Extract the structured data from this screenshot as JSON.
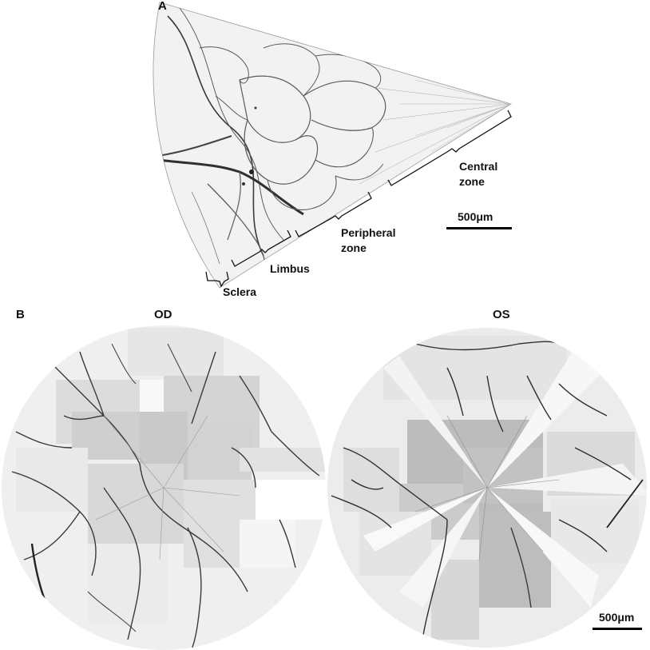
{
  "panel_a": {
    "letter": "A",
    "labels": {
      "central_line1": "Central",
      "central_line2": "zone",
      "peripheral_line1": "Peripheral",
      "peripheral_line2": "zone",
      "limbus": "Limbus",
      "sclera": "Sclera"
    },
    "scale_bar": "500μm"
  },
  "panel_b": {
    "letter": "B",
    "left_eye_label": "OD",
    "right_eye_label": "OS",
    "scale_bar": "500μm"
  },
  "colors": {
    "background": "#ffffff",
    "tissue_light": "#f1f1f1",
    "tissue_mid": "#d8d8d8",
    "tissue_dark": "#bdbdbd",
    "vessel": "#333333"
  }
}
